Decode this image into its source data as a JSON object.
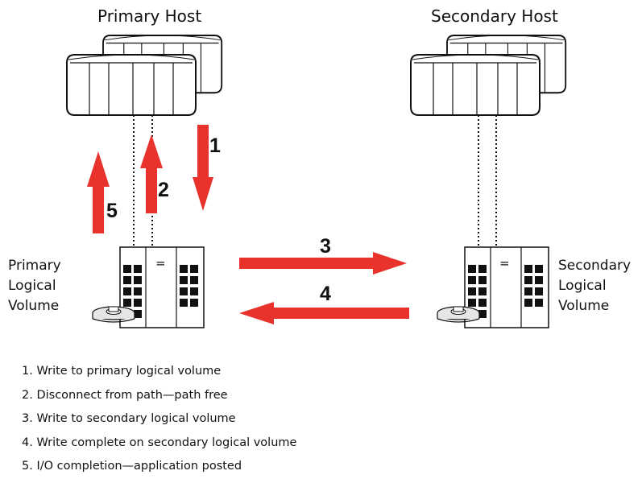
{
  "hosts": {
    "primary": {
      "label": "Primary Host"
    },
    "secondary": {
      "label": "Secondary Host"
    }
  },
  "volumes": {
    "primary": {
      "lines": [
        "Primary",
        "Logical",
        "Volume"
      ]
    },
    "secondary": {
      "lines": [
        "Secondary",
        "Logical",
        "Volume"
      ]
    }
  },
  "arrows": [
    {
      "number": "1",
      "direction": "down"
    },
    {
      "number": "2",
      "direction": "up"
    },
    {
      "number": "3",
      "direction": "right"
    },
    {
      "number": "4",
      "direction": "left"
    },
    {
      "number": "5",
      "direction": "up"
    }
  ],
  "storage_unit_symbol": "=",
  "colors": {
    "arrow": "#e8322b",
    "outline": "#111111",
    "shade": "#d6d6d6"
  },
  "legend": [
    "1. Write to primary logical volume",
    "2. Disconnect from path—path free",
    "3. Write to secondary logical volume",
    "4. Write complete on secondary logical volume",
    "5. I/O completion—application posted"
  ]
}
